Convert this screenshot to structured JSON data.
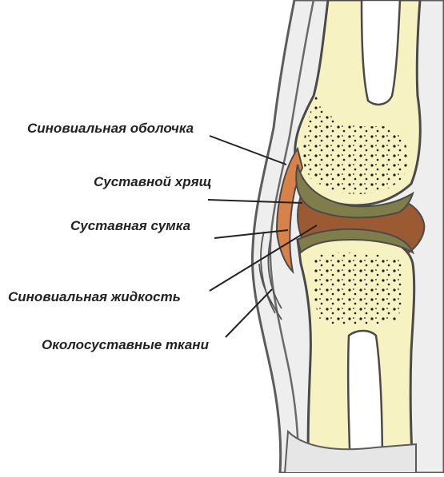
{
  "labels": {
    "synovial_membrane": "Синовиальная оболочка",
    "articular_cartilage": "Суставной хрящ",
    "joint_capsule": "Суставная сумка",
    "synovial_fluid": "Синовиальная жидкость",
    "periarticular_tissues": "Околосуставные ткани"
  },
  "colors": {
    "bone": "#f6f2c2",
    "bone_pores": "#1a1a1a",
    "cartilage": "#7f7d4a",
    "synovial_membrane": "#d8824a",
    "joint_cavity": "#9c5a33",
    "capsule_outline": "#5c5c5c",
    "soft_tissue": "#dcdcdc",
    "label_text": "#222222"
  }
}
